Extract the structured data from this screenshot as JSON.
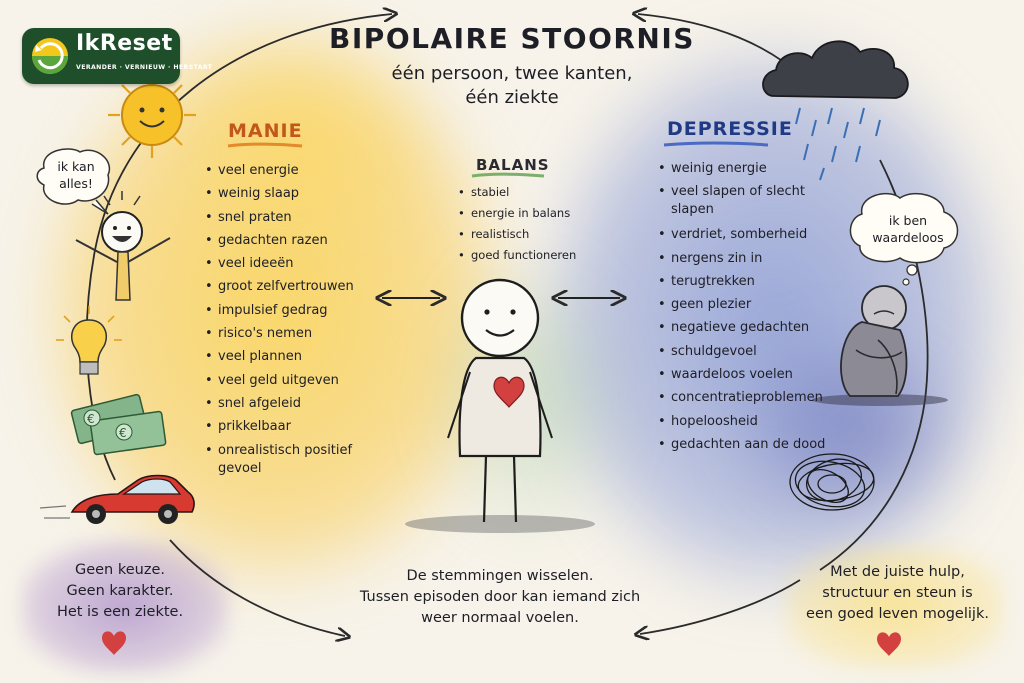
{
  "logo": {
    "name": "IkReset",
    "tagline": "VERANDER · VERNIEUW · HERSTART",
    "brand_color": "#1e4f2a",
    "accent_color": "#f2c81d"
  },
  "title": "BIPOLAIRE STOORNIS",
  "subtitle_lines": [
    "één persoon, twee kanten,",
    "één ziekte"
  ],
  "mania": {
    "heading": "MANIE",
    "heading_color": "#c2571c",
    "bubble_lines": [
      "ik kan",
      "alles!"
    ],
    "items": [
      "veel energie",
      "weinig slaap",
      "snel praten",
      "gedachten razen",
      "veel ideeën",
      "groot zelfvertrouwen",
      "impulsief gedrag",
      "risico's nemen",
      "veel plannen",
      "veel geld uitgeven",
      "snel afgeleid",
      "prikkelbaar",
      "onrealistisch positief gevoel"
    ],
    "icons": [
      "sun-icon",
      "happy-person-icon",
      "lightbulb-icon",
      "money-icon",
      "red-car-icon"
    ]
  },
  "balance": {
    "heading": "BALANS",
    "items": [
      "stabiel",
      "energie in balans",
      "realistisch",
      "goed functioneren"
    ],
    "icons": [
      "balanced-person-icon",
      "heart-icon",
      "double-arrow-icon"
    ]
  },
  "depression": {
    "heading": "DEPRESSIE",
    "heading_color": "#203a86",
    "bubble_lines": [
      "ik ben",
      "waardeloos"
    ],
    "items": [
      "weinig energie",
      "veel slapen of slecht slapen",
      "verdriet, somberheid",
      "nergens zin in",
      "terugtrekken",
      "geen plezier",
      "negatieve gedachten",
      "schuldgevoel",
      "waardeloos voelen",
      "concentratieproblemen",
      "hopeloosheid",
      "gedachten aan de dood"
    ],
    "icons": [
      "rain-cloud-icon",
      "sad-person-icon",
      "scribble-icon"
    ]
  },
  "notes": {
    "left": [
      "Geen keuze.",
      "Geen karakter.",
      "Het is een ziekte."
    ],
    "center": [
      "De stemmingen wisselen.",
      "Tussen episoden door kan iemand zich",
      "weer normaal voelen."
    ],
    "right": [
      "Met de juiste hulp,",
      "structuur en steun is",
      "een goed leven mogelijk."
    ]
  },
  "colors": {
    "mania_wash": "#f8c846",
    "depression_wash": "#5f78cd",
    "balance_wash": "#96c396",
    "heart": "#d2403f"
  }
}
